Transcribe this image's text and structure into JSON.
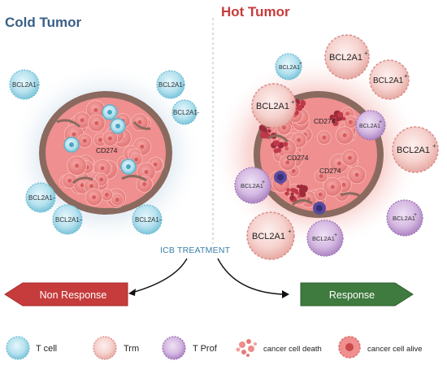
{
  "titles": {
    "cold": "Cold Tumor",
    "hot": "Hot Tumor"
  },
  "cell_labels": {
    "bcl2a1_neg": "BCL2A1-",
    "bcl2a1_pos": "BCL2A1",
    "plus": "+",
    "cd274": "CD274"
  },
  "treatment": "ICB TREATMENT",
  "outcomes": {
    "non_response": "Non Response",
    "response": "Response"
  },
  "legend": {
    "t_cell": "T cell",
    "trm": "Trm",
    "t_prof": "T Prof",
    "death": "cancer cell death",
    "alive": "cancer cell alive"
  },
  "colors": {
    "cold_title": "#3a5f86",
    "hot_title": "#c63b3b",
    "t_cell": "#8fd0e2",
    "trm": "#f3c4c0",
    "t_prof": "#c9a8d8",
    "non_response_arrow": "#c63b3b",
    "response_arrow": "#3f7a3f",
    "treatment_text": "#3a7fa8"
  }
}
